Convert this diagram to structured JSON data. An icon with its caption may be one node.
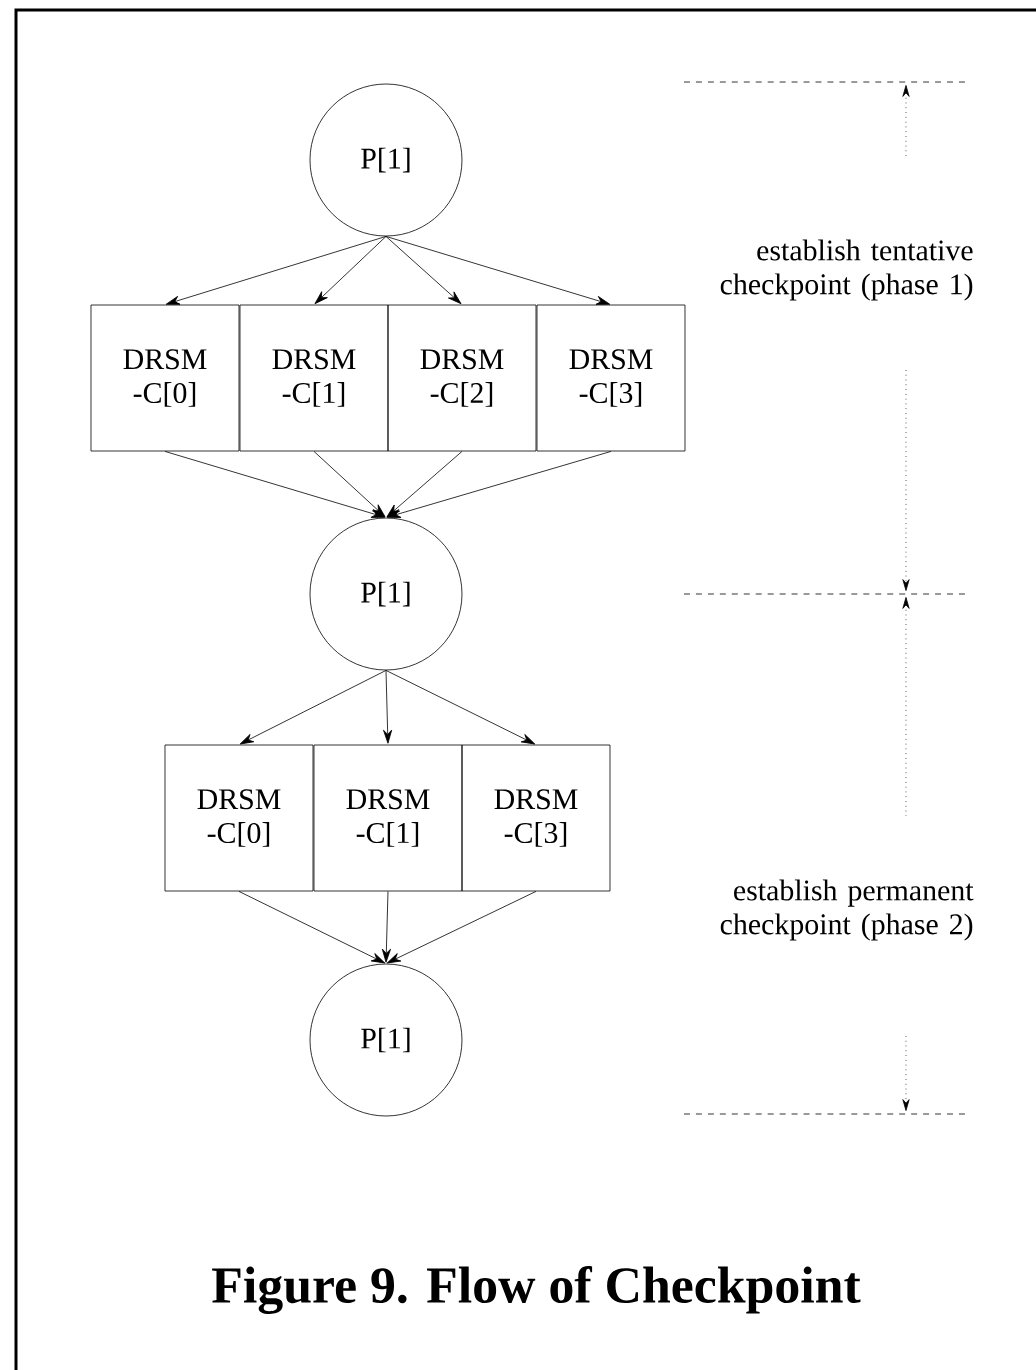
{
  "diagram": {
    "caption": "Figure 9.  Flow of Checkpoint",
    "nodes": [
      {
        "text": [
          "P[1]"
        ]
      },
      {
        "text": [
          "DRSM -C[0]"
        ]
      },
      {
        "text": [
          "DRSM -C[1]"
        ]
      },
      {
        "text": [
          "DRSM -C[2]"
        ]
      },
      {
        "text": [
          "DRSM -C[3]"
        ]
      },
      {
        "text": [
          "P[1]"
        ]
      },
      {
        "text": [
          "DRSM -C[0]"
        ]
      },
      {
        "text": [
          "DRSM -C[1]"
        ]
      },
      {
        "text": [
          "DRSM -C[3]"
        ]
      },
      {
        "text": [
          "P[1]"
        ]
      }
    ],
    "edges": [
      {
        "from": 0,
        "to": 1,
        "arrow": "to"
      },
      {
        "from": 0,
        "to": 2,
        "arrow": "to"
      },
      {
        "from": 0,
        "to": 3,
        "arrow": "to"
      },
      {
        "from": 0,
        "to": 4,
        "arrow": "to"
      },
      {
        "from": 1,
        "to": 5,
        "arrow": "to"
      },
      {
        "from": 2,
        "to": 5,
        "arrow": "to"
      },
      {
        "from": 3,
        "to": 5,
        "arrow": "to"
      },
      {
        "from": 4,
        "to": 5,
        "arrow": "to"
      },
      {
        "from": 5,
        "to": 6,
        "arrow": "to"
      },
      {
        "from": 5,
        "to": 7,
        "arrow": "to"
      },
      {
        "from": 5,
        "to": 8,
        "arrow": "to"
      },
      {
        "from": 6,
        "to": 9,
        "arrow": "to"
      },
      {
        "from": 7,
        "to": 9,
        "arrow": "to"
      },
      {
        "from": 8,
        "to": 9,
        "arrow": "to"
      }
    ],
    "labels": [
      "establish tentative checkpoint (phase 1)",
      "establish permanent checkpoint (phase 2)"
    ]
  }
}
